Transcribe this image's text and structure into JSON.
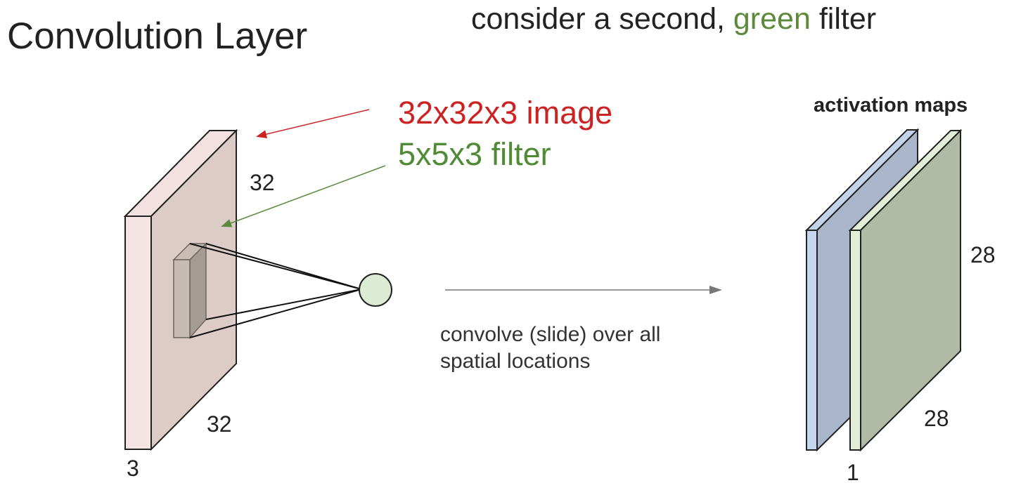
{
  "title": "Convolution Layer",
  "subtitle": {
    "before": "consider a second, ",
    "accent": "green",
    "after": " filter",
    "accent_color": "#5a8a3a"
  },
  "input_volume": {
    "label": "32x32x3 image",
    "label_color": "#cc2222",
    "height": "32",
    "width": "32",
    "depth": "3"
  },
  "filter": {
    "label": "5x5x3 filter",
    "label_color": "#4f8a34"
  },
  "operation": {
    "line1": "convolve (slide) over all",
    "line2": "spatial locations"
  },
  "activation_maps": {
    "label": "activation maps",
    "height": "28",
    "width": "28",
    "depth": "1",
    "colors": [
      "#b9c9e2",
      "#d9e8cf"
    ]
  },
  "colors": {
    "input_front": "#f4e3e2",
    "input_face": "#dcc8c4",
    "neuron": "#dcebd3",
    "map_blue": "#a9b6c9",
    "map_green": "#b1bba6"
  }
}
